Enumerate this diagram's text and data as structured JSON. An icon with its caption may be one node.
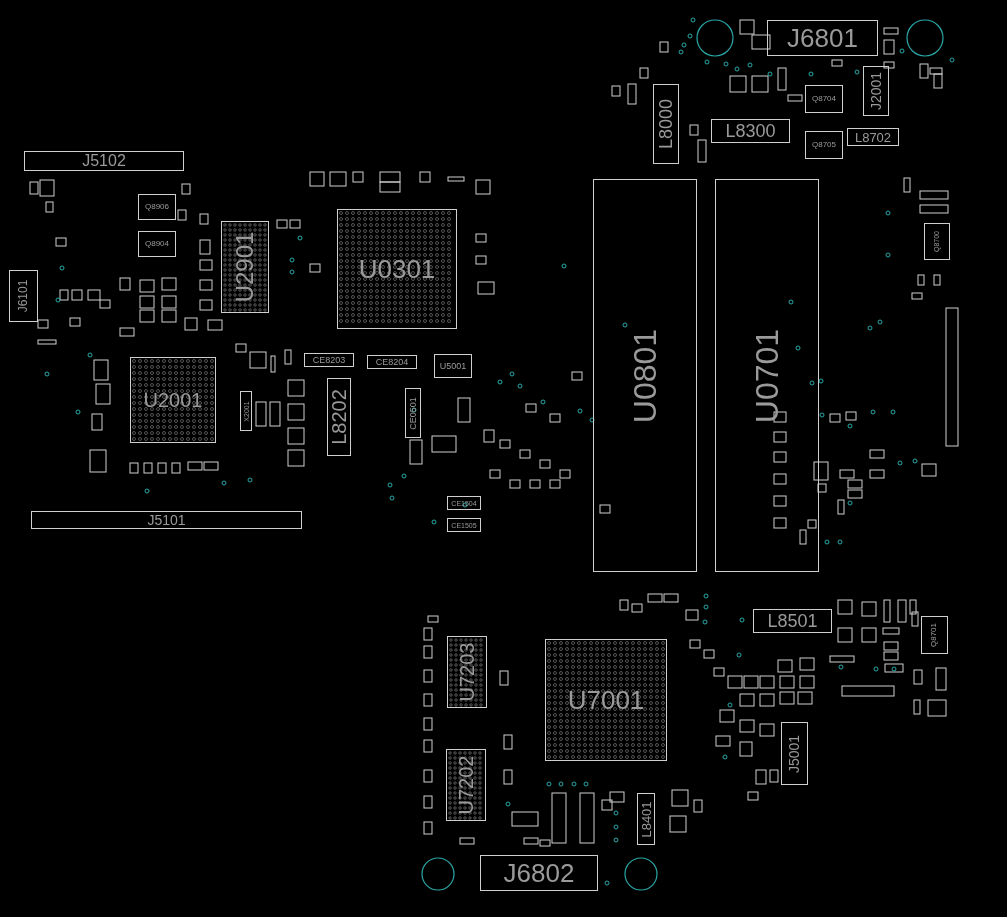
{
  "diagram": {
    "nodes": [
      {
        "text": [
          "J5102"
        ]
      },
      {
        "text": [
          "Q8906"
        ]
      },
      {
        "text": [
          "Q8904"
        ]
      },
      {
        "text": [
          "U2901"
        ]
      },
      {
        "text": [
          "J6101"
        ]
      },
      {
        "text": [
          "U2001"
        ]
      },
      {
        "text": [
          "X2001"
        ]
      },
      {
        "text": [
          "J5101"
        ]
      },
      {
        "text": [
          "U0301"
        ]
      },
      {
        "text": [
          "CE8203"
        ]
      },
      {
        "text": [
          "CE8204"
        ]
      },
      {
        "text": [
          "U5001"
        ]
      },
      {
        "text": [
          "L8202"
        ]
      },
      {
        "text": [
          "CE0501"
        ]
      },
      {
        "text": [
          "CE1504"
        ]
      },
      {
        "text": [
          "CE1505"
        ]
      },
      {
        "text": [
          "U0801"
        ]
      },
      {
        "text": [
          "U0701"
        ]
      },
      {
        "text": [
          "J6801"
        ]
      },
      {
        "text": [
          "L8000"
        ]
      },
      {
        "text": [
          "L8300"
        ]
      },
      {
        "text": [
          "Q8704"
        ]
      },
      {
        "text": [
          "Q8705"
        ]
      },
      {
        "text": [
          "J2001"
        ]
      },
      {
        "text": [
          "L8702"
        ]
      },
      {
        "text": [
          "Q8700"
        ]
      },
      {
        "text": [
          "U7001"
        ]
      },
      {
        "text": [
          "U7203"
        ]
      },
      {
        "text": [
          "U7202"
        ]
      },
      {
        "text": [
          "L8401"
        ]
      },
      {
        "text": [
          "J6802"
        ]
      },
      {
        "text": [
          "L8501"
        ]
      },
      {
        "text": [
          "Q8701"
        ]
      },
      {
        "text": [
          "J5001"
        ]
      }
    ]
  }
}
